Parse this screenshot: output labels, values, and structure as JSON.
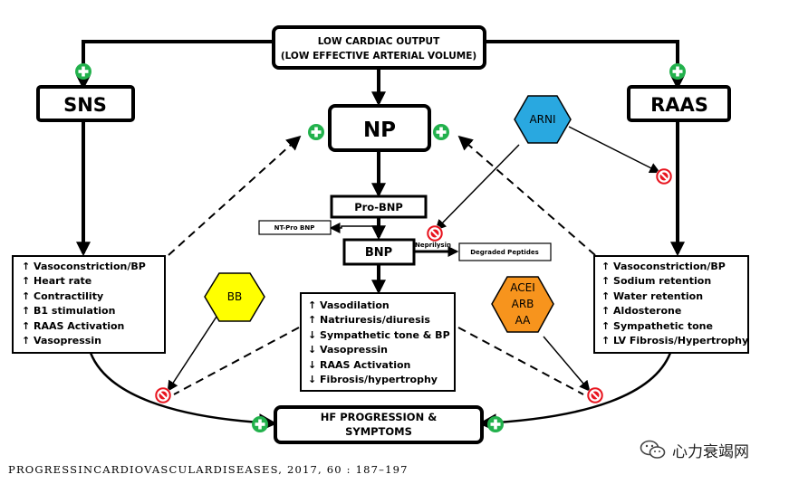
{
  "colors": {
    "plus": "#22b14c",
    "stop": "#e8141e",
    "arni_fill": "#29a8e0",
    "bb_fill": "#ffff00",
    "acei_fill": "#f7941d"
  },
  "boxes": {
    "lco": {
      "line1": "LOW CARDIAC OUTPUT",
      "line2": "(LOW EFFECTIVE ARTERIAL VOLUME)"
    },
    "sns": "SNS",
    "raas": "RAAS",
    "np": "NP",
    "probnp": "Pro-BNP",
    "ntprobnp": "NT-Pro BNP",
    "bnp": "BNP",
    "neprilysin": "Neprilysin",
    "degraded": "Degraded Peptides",
    "hf": {
      "line1": "HF PROGRESSION &",
      "line2": "SYMPTOMS"
    }
  },
  "lists": {
    "sns_effects": [
      "↑  Vasoconstriction/BP",
      "↑  Heart rate",
      "↑  Contractility",
      "↑  B1 stimulation",
      "↑  RAAS Activation",
      "↑  Vasopressin"
    ],
    "np_effects": [
      "↑  Vasodilation",
      "↑  Natriuresis/diuresis",
      "↓  Sympathetic tone & BP",
      "↓  Vasopressin",
      "↓  RAAS Activation",
      "↓  Fibrosis/hypertrophy"
    ],
    "raas_effects": [
      "↑  Vasoconstriction/BP",
      "↑  Sodium retention",
      "↑  Water retention",
      "↑  Aldosterone",
      "↑  Sympathetic tone",
      "↑  LV Fibrosis/Hypertrophy"
    ]
  },
  "drugs": {
    "arni": "ARNI",
    "bb": "BB",
    "acei": [
      "ACEI",
      "ARB",
      "AA"
    ]
  },
  "citation": "PROGRESSINCARDIOVASCULARDISEASES, 2017, 60 : 187–197",
  "watermark": "心力衰竭网",
  "icons": [
    "plus-circle-icon",
    "no-entry-icon",
    "wechat-icon"
  ]
}
